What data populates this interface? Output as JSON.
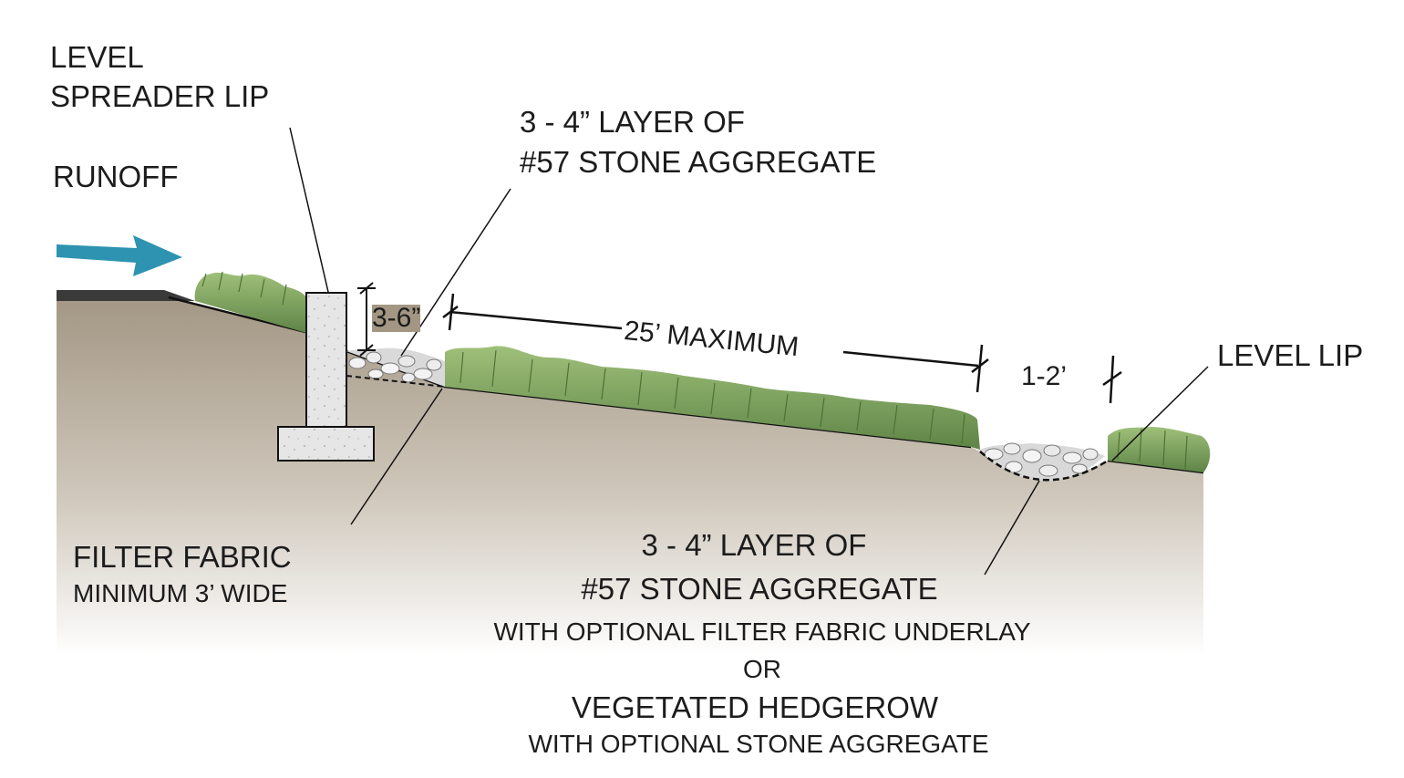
{
  "labels": {
    "level_spreader_lip": [
      "LEVEL",
      "SPREADER LIP"
    ],
    "runoff": "RUNOFF",
    "stone_layer_top": [
      "3 - 4” LAYER OF",
      "#57 STONE AGGREGATE"
    ],
    "lip_height": "3-6”",
    "max_length": "25’ MAXIMUM",
    "swale_width": "1-2’",
    "level_lip": "LEVEL LIP",
    "filter_fabric": "FILTER FABRIC",
    "filter_fabric_width": "MINIMUM 3’ WIDE",
    "bottom_note": {
      "line1": "3 - 4” LAYER OF",
      "line2": "#57 STONE AGGREGATE",
      "line3": "WITH OPTIONAL FILTER FABRIC UNDERLAY",
      "line4": "OR",
      "line5": "VEGETATED HEDGEROW",
      "line6": "WITH OPTIONAL STONE AGGREGATE"
    }
  },
  "colors": {
    "soil_top": "#a39784",
    "soil_bottom": "#ffffff",
    "grass": "#7fa35e",
    "grass_dark": "#5b7f44",
    "concrete": "#e4e4e4",
    "arrow": "#2e93b0",
    "pavement": "#3a3a3a",
    "line": "#111111"
  }
}
